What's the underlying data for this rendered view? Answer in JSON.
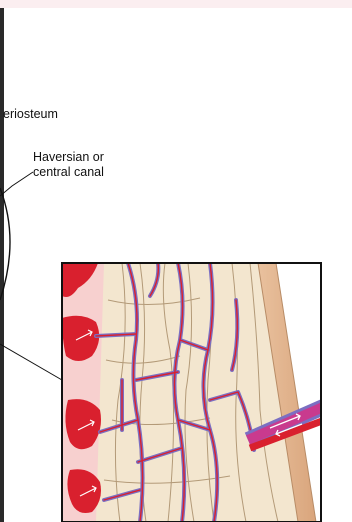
{
  "labels": {
    "periosteum": "eriosteum",
    "haversian_line1": "Haversian or",
    "haversian_line2": "central canal"
  },
  "colors": {
    "bone_light": "#f3e6cf",
    "bone_lamella": "#b39a78",
    "periosteum_band": "#e2b48f",
    "marrow_pink": "#f7d0cf",
    "blood_red": "#d9202e",
    "vessel_purple": "#7b6fc2",
    "vessel_magenta": "#c93a8e",
    "frame": "#111111",
    "top_band": "#fbeef0"
  }
}
